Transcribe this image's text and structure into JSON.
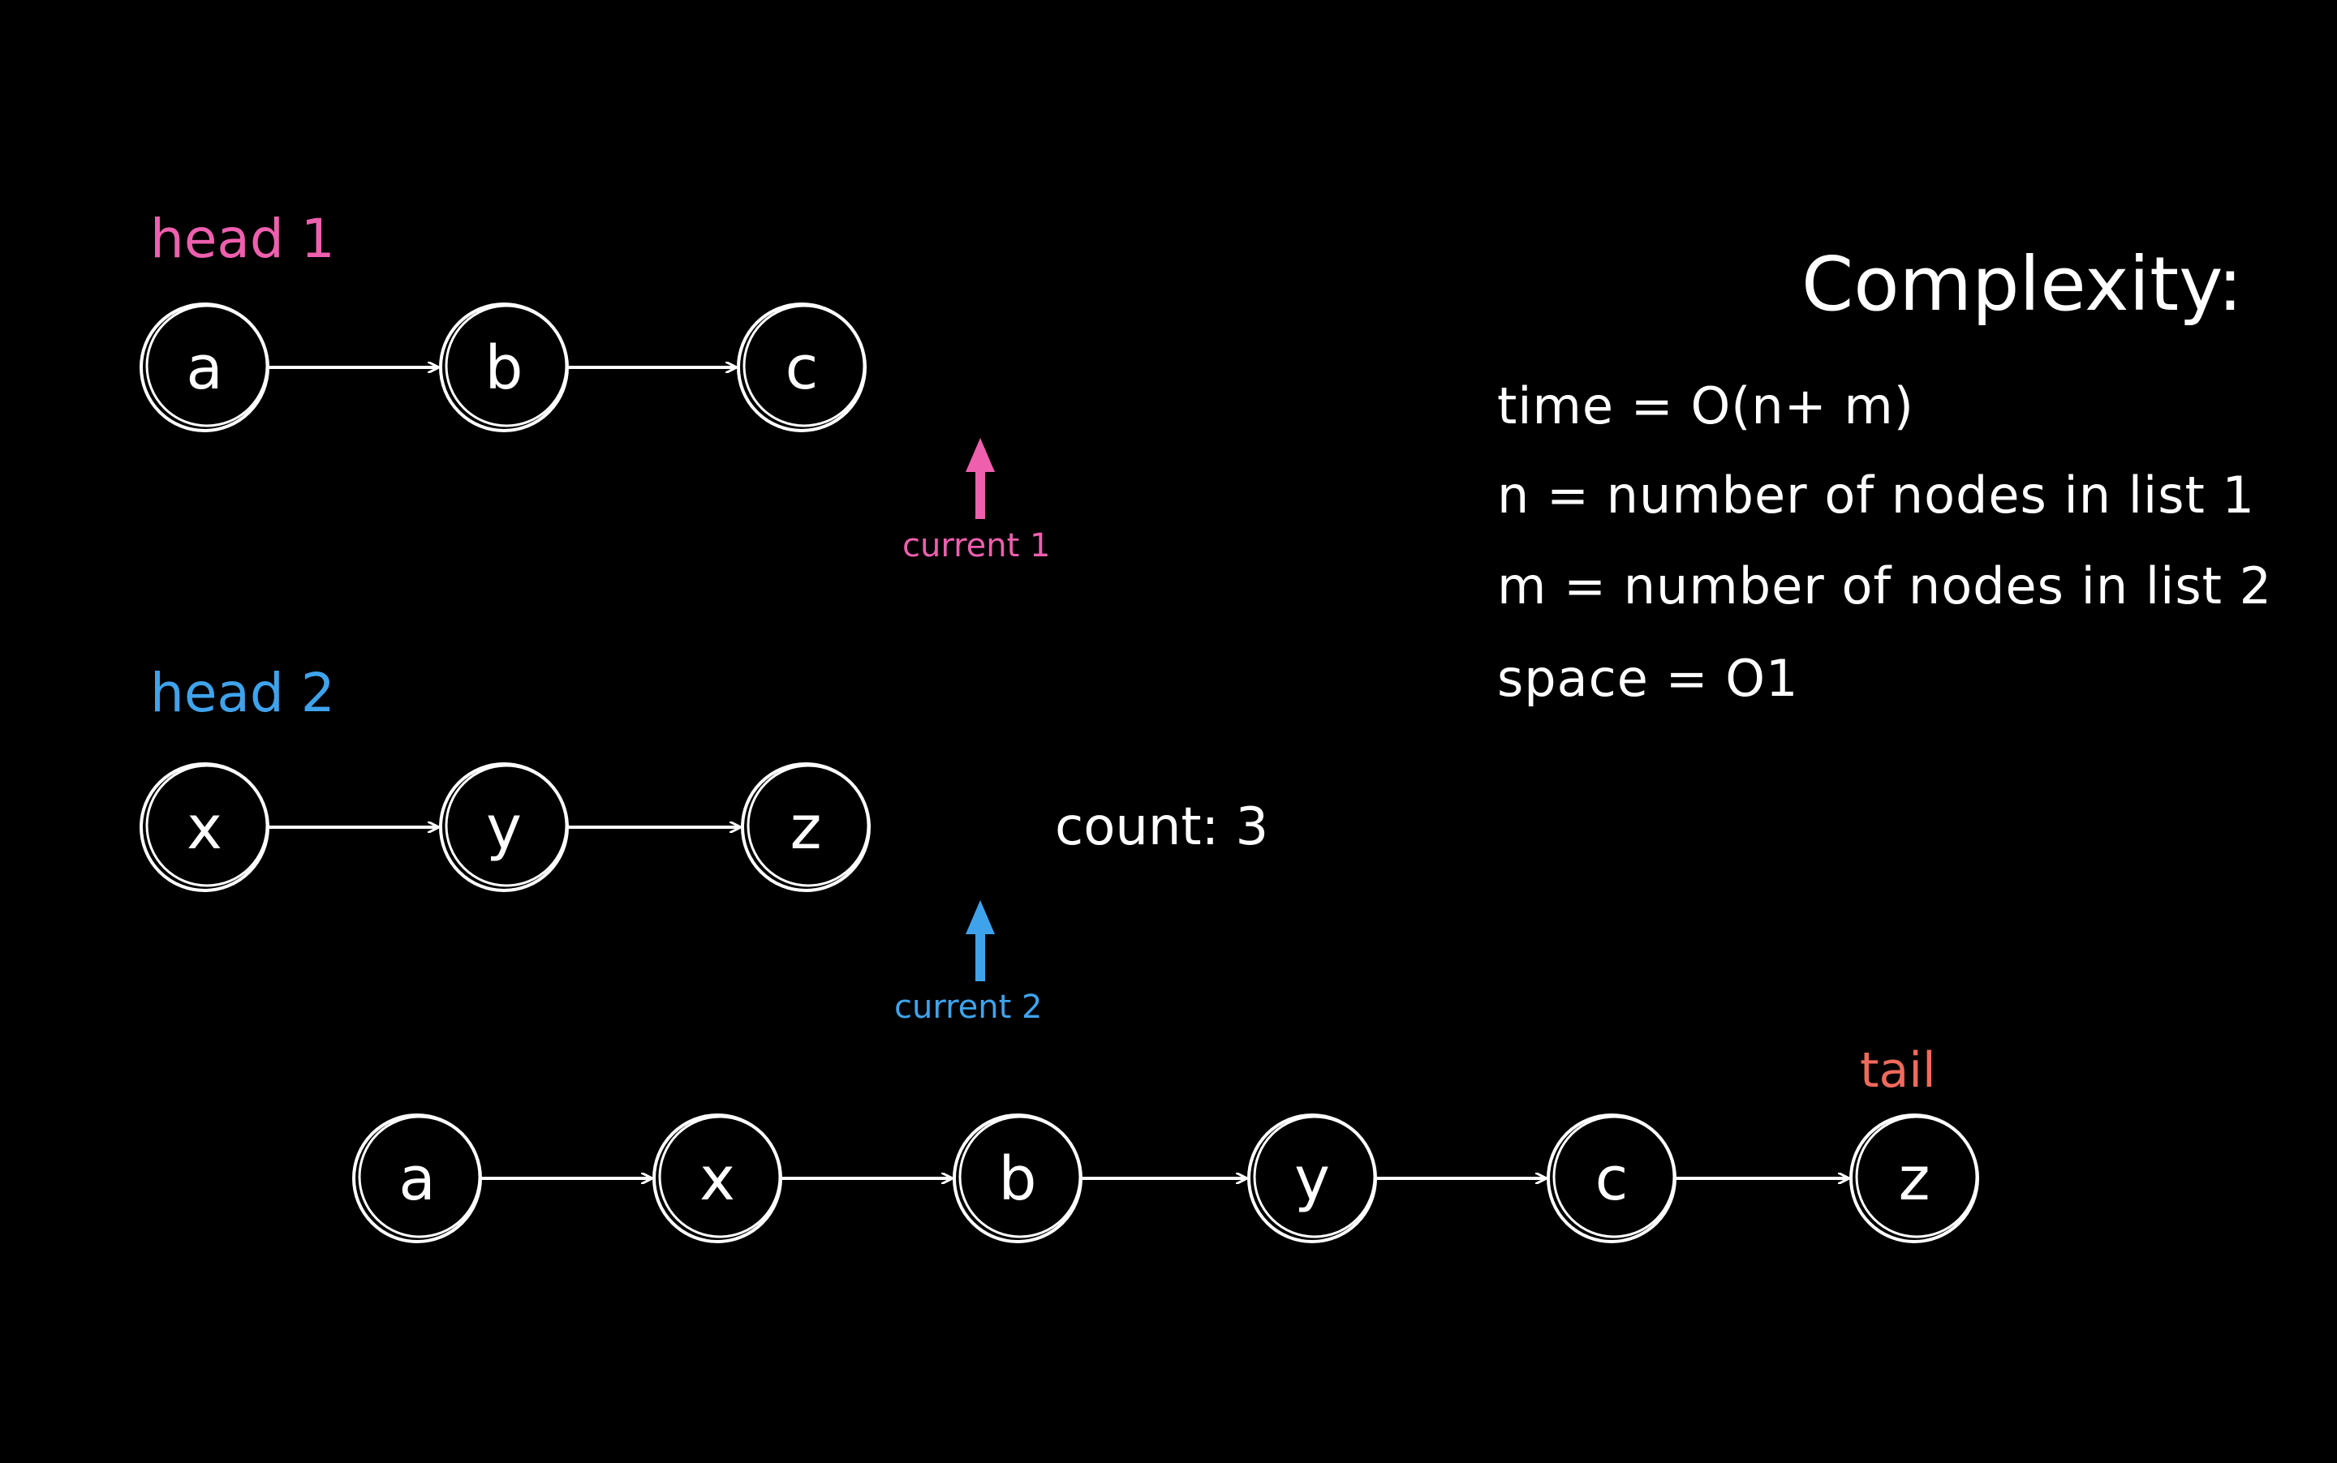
{
  "list1": {
    "label": "head 1",
    "nodes": [
      "a",
      "b",
      "c"
    ],
    "pointer": "current 1"
  },
  "list2": {
    "label": "head 2",
    "nodes": [
      "x",
      "y",
      "z"
    ],
    "pointer": "current 2"
  },
  "merged": {
    "nodes": [
      "a",
      "x",
      "b",
      "y",
      "c",
      "z"
    ],
    "tail_label": "tail"
  },
  "count": "count: 3",
  "complexity": {
    "title": "Complexity:",
    "lines": [
      "time = O(n+ m)",
      "n = number of nodes in list 1",
      "m = number of nodes in list 2",
      "space = O1"
    ]
  },
  "colors": {
    "list1": "#ee5fae",
    "list2": "#3fa3ec",
    "tail": "#f06a5c",
    "ink": "#ffffff"
  }
}
